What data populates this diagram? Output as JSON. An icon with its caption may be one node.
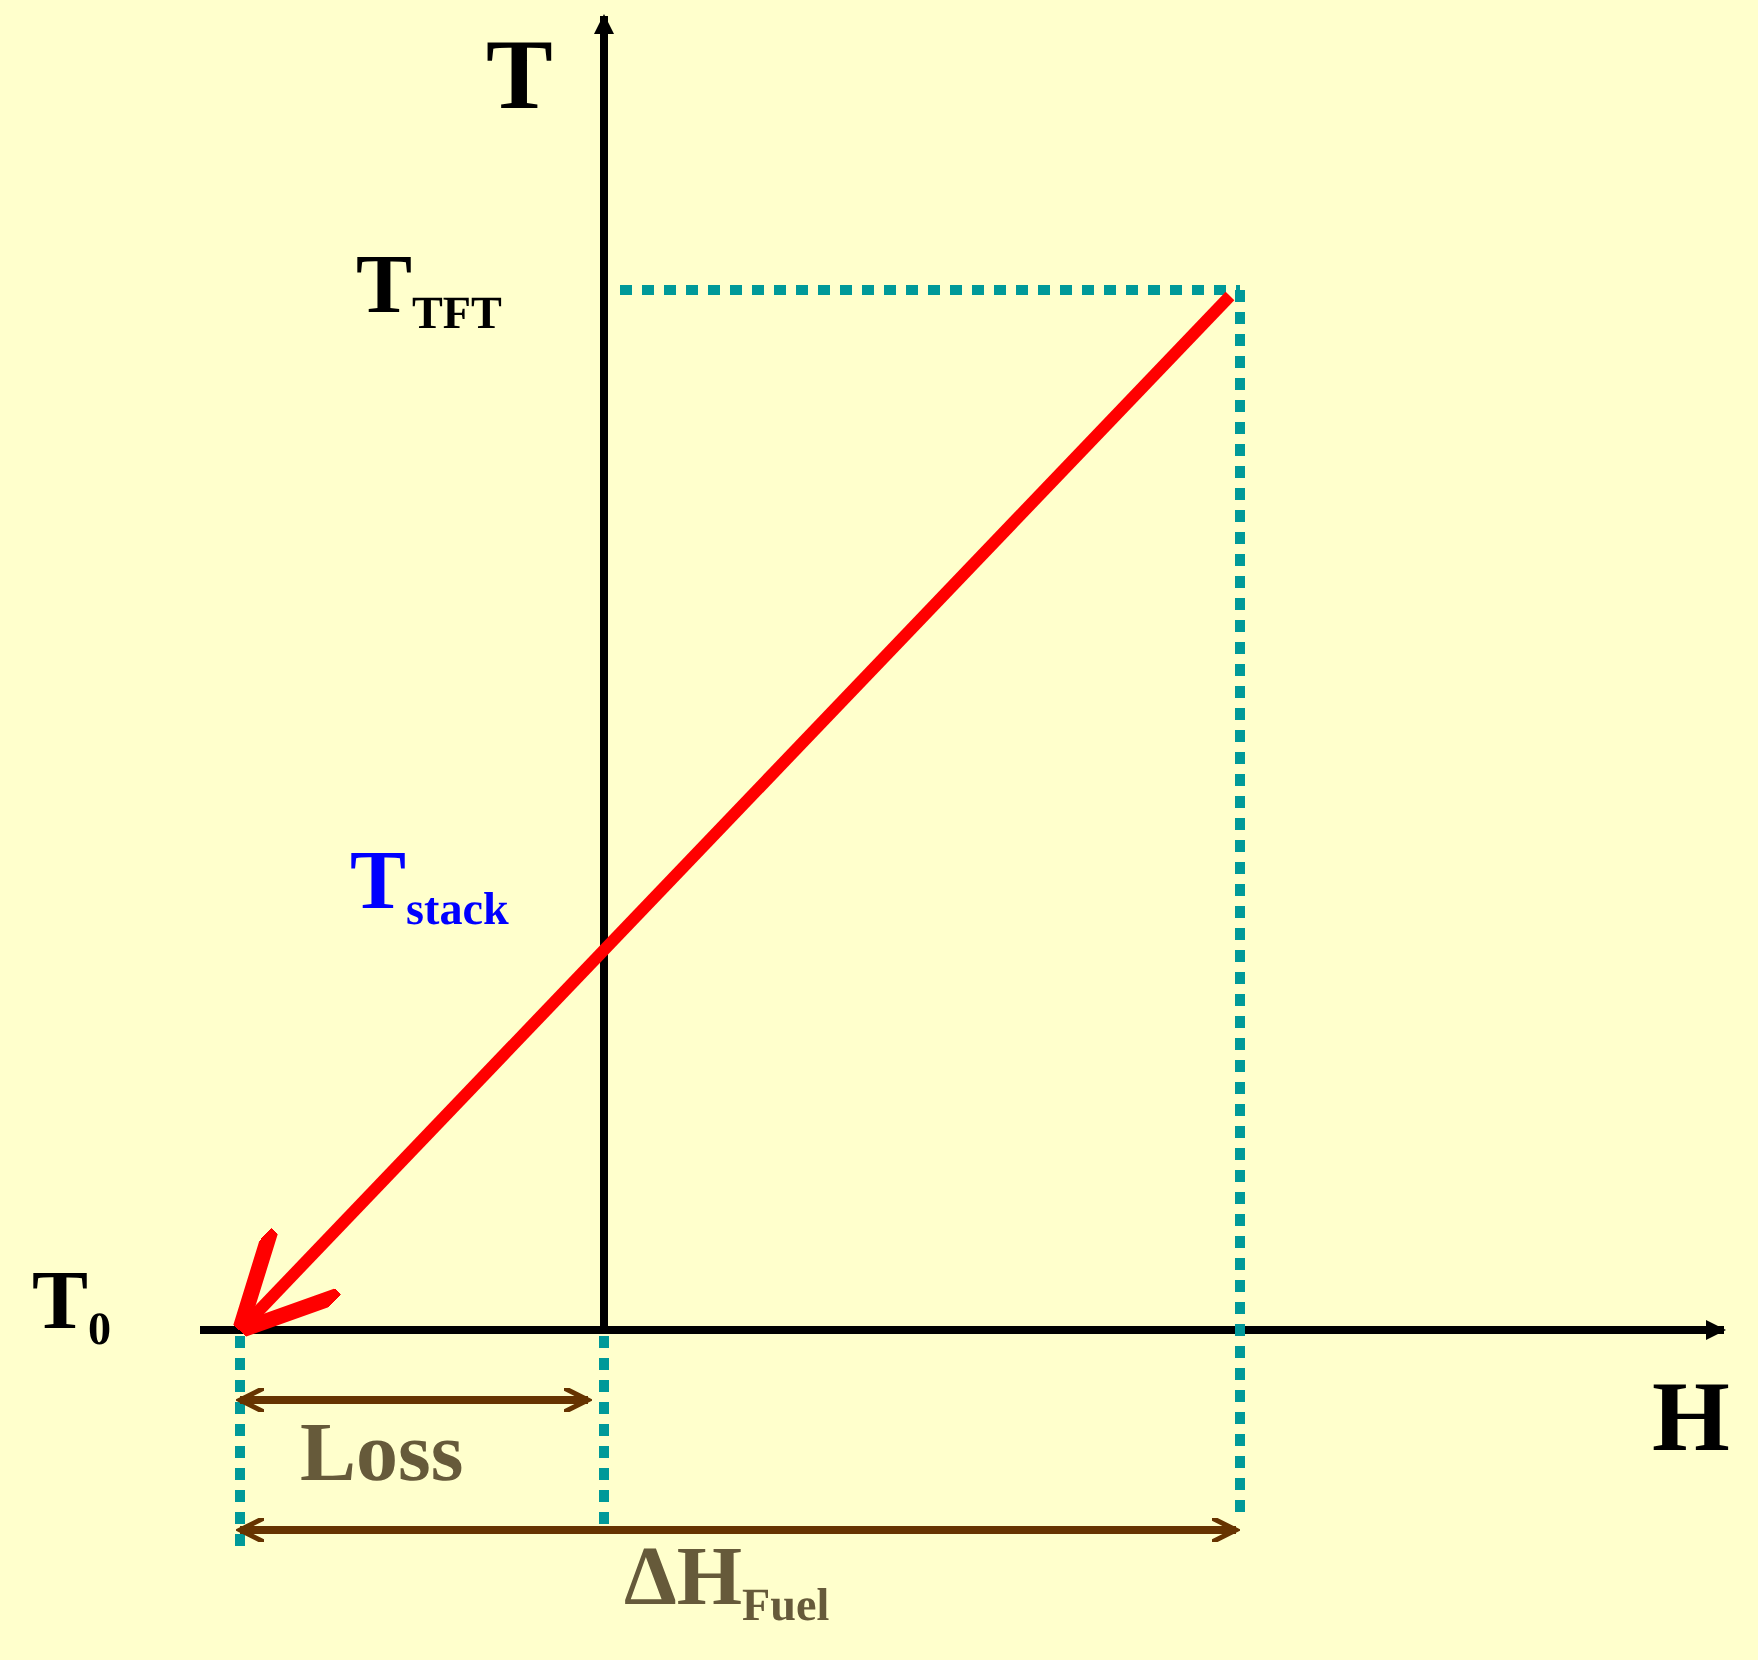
{
  "diagram": {
    "labels": [
      "T",
      "T$_{TFT}$",
      "T$_{stack}$",
      "T$_{0}$",
      "H",
      "Loss",
      "ΔH$_{Fuel}$"
    ]
  }
}
